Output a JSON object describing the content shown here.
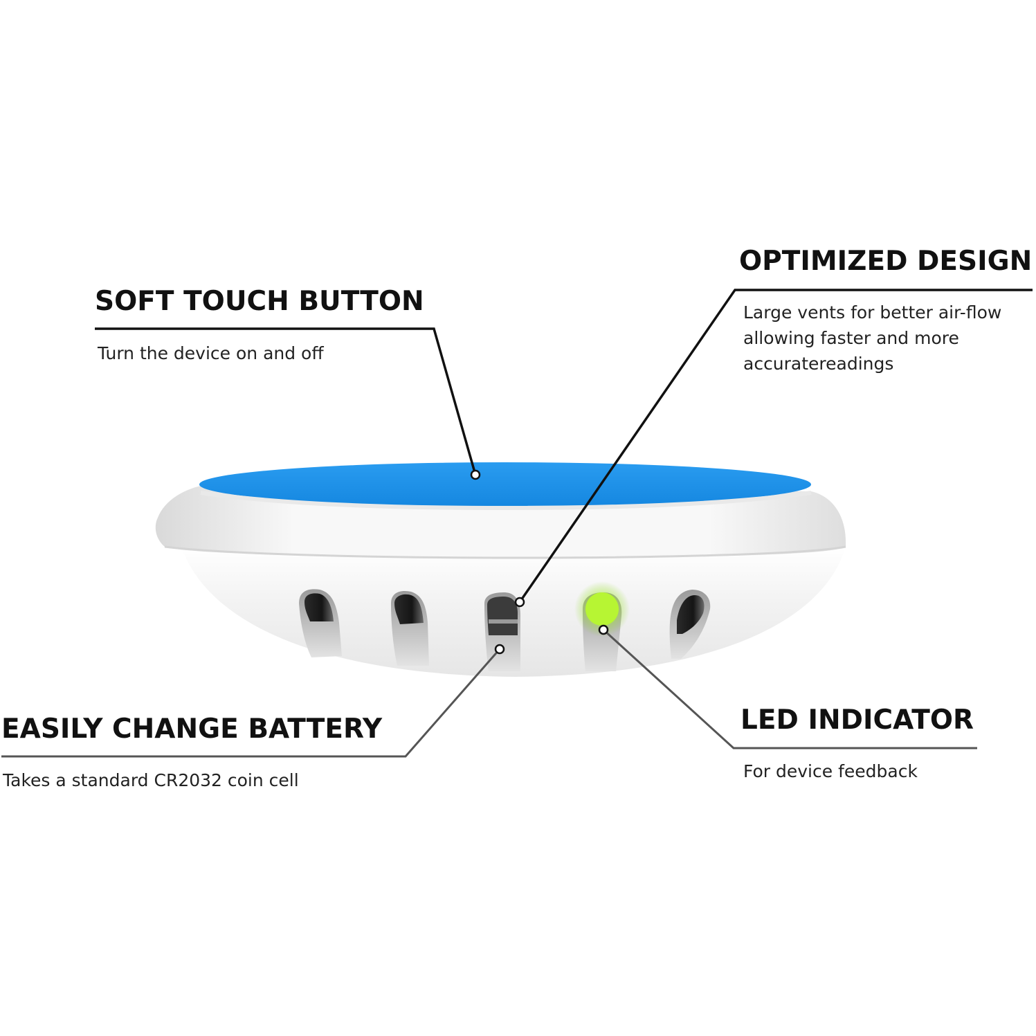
{
  "callouts": {
    "soft_touch": {
      "title": "SOFT TOUCH BUTTON",
      "description": "Turn the device on and off"
    },
    "optimized": {
      "title": "OPTIMIZED DESIGN",
      "description_lines": [
        "Large vents for better air-flow",
        "allowing faster and more",
        "accuratereadings"
      ]
    },
    "battery": {
      "title": "EASILY CHANGE BATTERY",
      "description": "Takes a standard CR2032 coin cell"
    },
    "led": {
      "title": "LED INDICATOR",
      "description": "For device feedback"
    }
  },
  "colors": {
    "button_blue": "#1e90ea",
    "led_green": "#a6ee2a",
    "leader_line": "#111111",
    "leader_line_grey": "#555555",
    "body_white": "#f4f4f4"
  }
}
